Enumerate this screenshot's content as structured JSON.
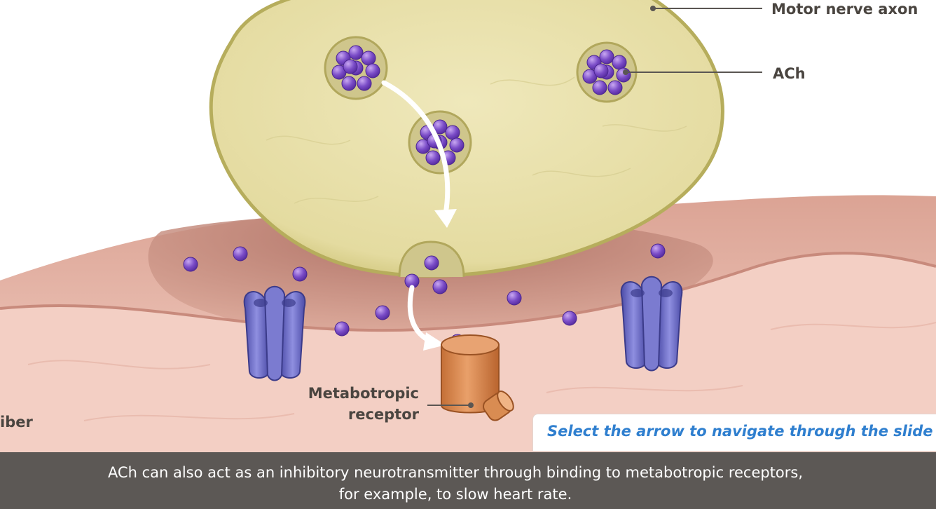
{
  "labels": {
    "motor_nerve_axon": "Motor nerve axon",
    "ach": "ACh",
    "metabotropic_line1": "Metabotropic",
    "metabotropic_line2": "receptor",
    "fiber": "iber"
  },
  "hint": "Select the arrow to navigate through the slide",
  "caption": {
    "line1": "ACh can also act as an inhibitory neurotransmitter through binding to metabotropic receptors,",
    "line2": "for example, to slow heart rate."
  },
  "colors": {
    "axon_fill": "#e8e0a8",
    "axon_edge": "#b6ad5c",
    "vesicle": "#7a4cc7",
    "receptor_metabotropic": "#d98c52",
    "receptor_ionotropic": "#6b6bc4",
    "muscle": "#f2c9bd",
    "hint_text": "#2f7fcf",
    "caption_bar": "#5c5855"
  }
}
